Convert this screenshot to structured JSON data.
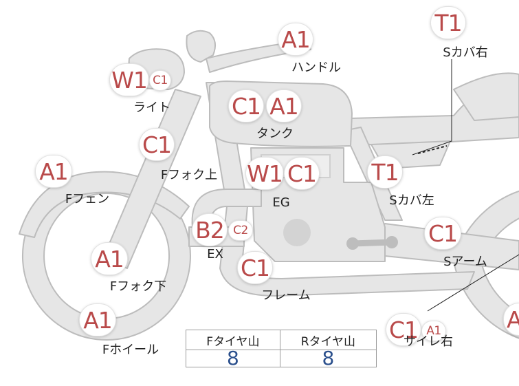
{
  "parts": [
    {
      "id": "handle",
      "label": "ハンドル",
      "codes": [
        "A1"
      ]
    },
    {
      "id": "side-cover-right",
      "label": "Sカバ右",
      "codes": [
        "T1"
      ]
    },
    {
      "id": "light",
      "label": "ライト",
      "codes": [
        "W1",
        "C1"
      ]
    },
    {
      "id": "tank",
      "label": "タンク",
      "codes": [
        "C1",
        "A1"
      ]
    },
    {
      "id": "front-fork-upper",
      "label": "Fフォク上",
      "codes": [
        "C1"
      ]
    },
    {
      "id": "front-fender",
      "label": "Fフェン",
      "codes": [
        "A1"
      ]
    },
    {
      "id": "engine",
      "label": "EG",
      "codes": [
        "W1",
        "C1"
      ]
    },
    {
      "id": "side-cover-left",
      "label": "Sカバ左",
      "codes": [
        "T1"
      ]
    },
    {
      "id": "exhaust",
      "label": "EX",
      "codes": [
        "B2",
        "C2"
      ]
    },
    {
      "id": "swing-arm",
      "label": "Sアーム",
      "codes": [
        "C1"
      ]
    },
    {
      "id": "front-fork-lower",
      "label": "Fフォク下",
      "codes": [
        "A1"
      ]
    },
    {
      "id": "frame",
      "label": "フレーム",
      "codes": [
        "C1"
      ]
    },
    {
      "id": "front-wheel",
      "label": "Fホイール",
      "codes": [
        "A1"
      ]
    },
    {
      "id": "silencer-right",
      "label": "サイレ右",
      "codes": [
        "C1",
        "A1"
      ]
    },
    {
      "id": "rear-wheel-partial",
      "label": "",
      "codes": [
        "A"
      ]
    }
  ],
  "tire_table": {
    "headers": [
      "Fタイヤ山",
      "Rタイヤ山"
    ],
    "values": [
      "8",
      "8"
    ]
  },
  "colors": {
    "code_text": "#b94a4a",
    "tire_value": "#2a4f8c",
    "bike_fill": "#e6e6e6",
    "bike_stroke": "#bcbcbc"
  }
}
